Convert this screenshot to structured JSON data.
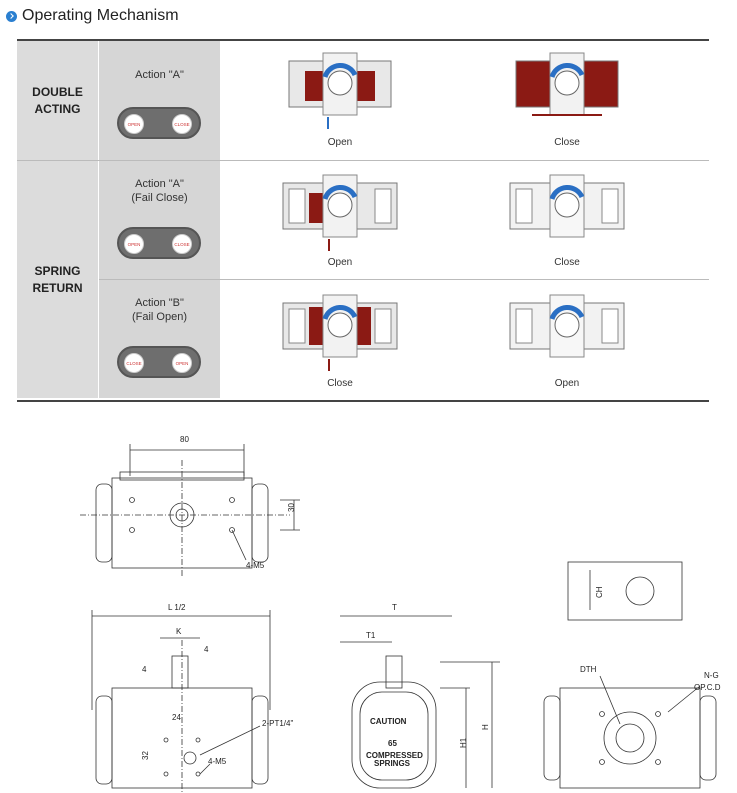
{
  "title": "Operating Mechanism",
  "rows": {
    "double": {
      "label1": "DOUBLE",
      "label2": "ACTING"
    },
    "spring": {
      "label1": "SPRING",
      "label2": "RETURN"
    }
  },
  "actions": {
    "a1": {
      "line1": "Action \"A\"",
      "btn1": "OPEN",
      "btn2": "CLOSE"
    },
    "a2": {
      "line1": "Action \"A\"",
      "line2": "(Fail Close)",
      "btn1": "OPEN",
      "btn2": "CLOSE"
    },
    "a3": {
      "line1": "Action \"B\"",
      "line2": "(Fail Open)",
      "btn1": "CLOSE",
      "btn2": "OPEN"
    }
  },
  "captions": {
    "r1_left": "Open",
    "r1_right": "Close",
    "r2_left": "Open",
    "r2_right": "Close",
    "r3_left": "Close",
    "r3_right": "Open"
  },
  "drawing": {
    "top_dim": "80",
    "side_dim": "30",
    "bolt_top": "4-M5",
    "l12": "L 1/2",
    "k": "K",
    "d4a": "4",
    "d4b": "4",
    "d24": "24",
    "d32": "32",
    "port": "2-PT1/4\"",
    "bolt_front": "4-M5",
    "t": "T",
    "t1": "T1",
    "h1": "H1",
    "h": "H",
    "caution": "CAUTION",
    "num65": "65",
    "compressed1": "COMPRESSED",
    "compressed2": "SPRINGS",
    "ch": "CH",
    "dth": "DTH",
    "ng": "N-G",
    "opcd": "OP.C.D"
  },
  "colors": {
    "accent": "#2a7fd0",
    "piston": "#8b1a14",
    "arrow": "#2a6fc4"
  }
}
